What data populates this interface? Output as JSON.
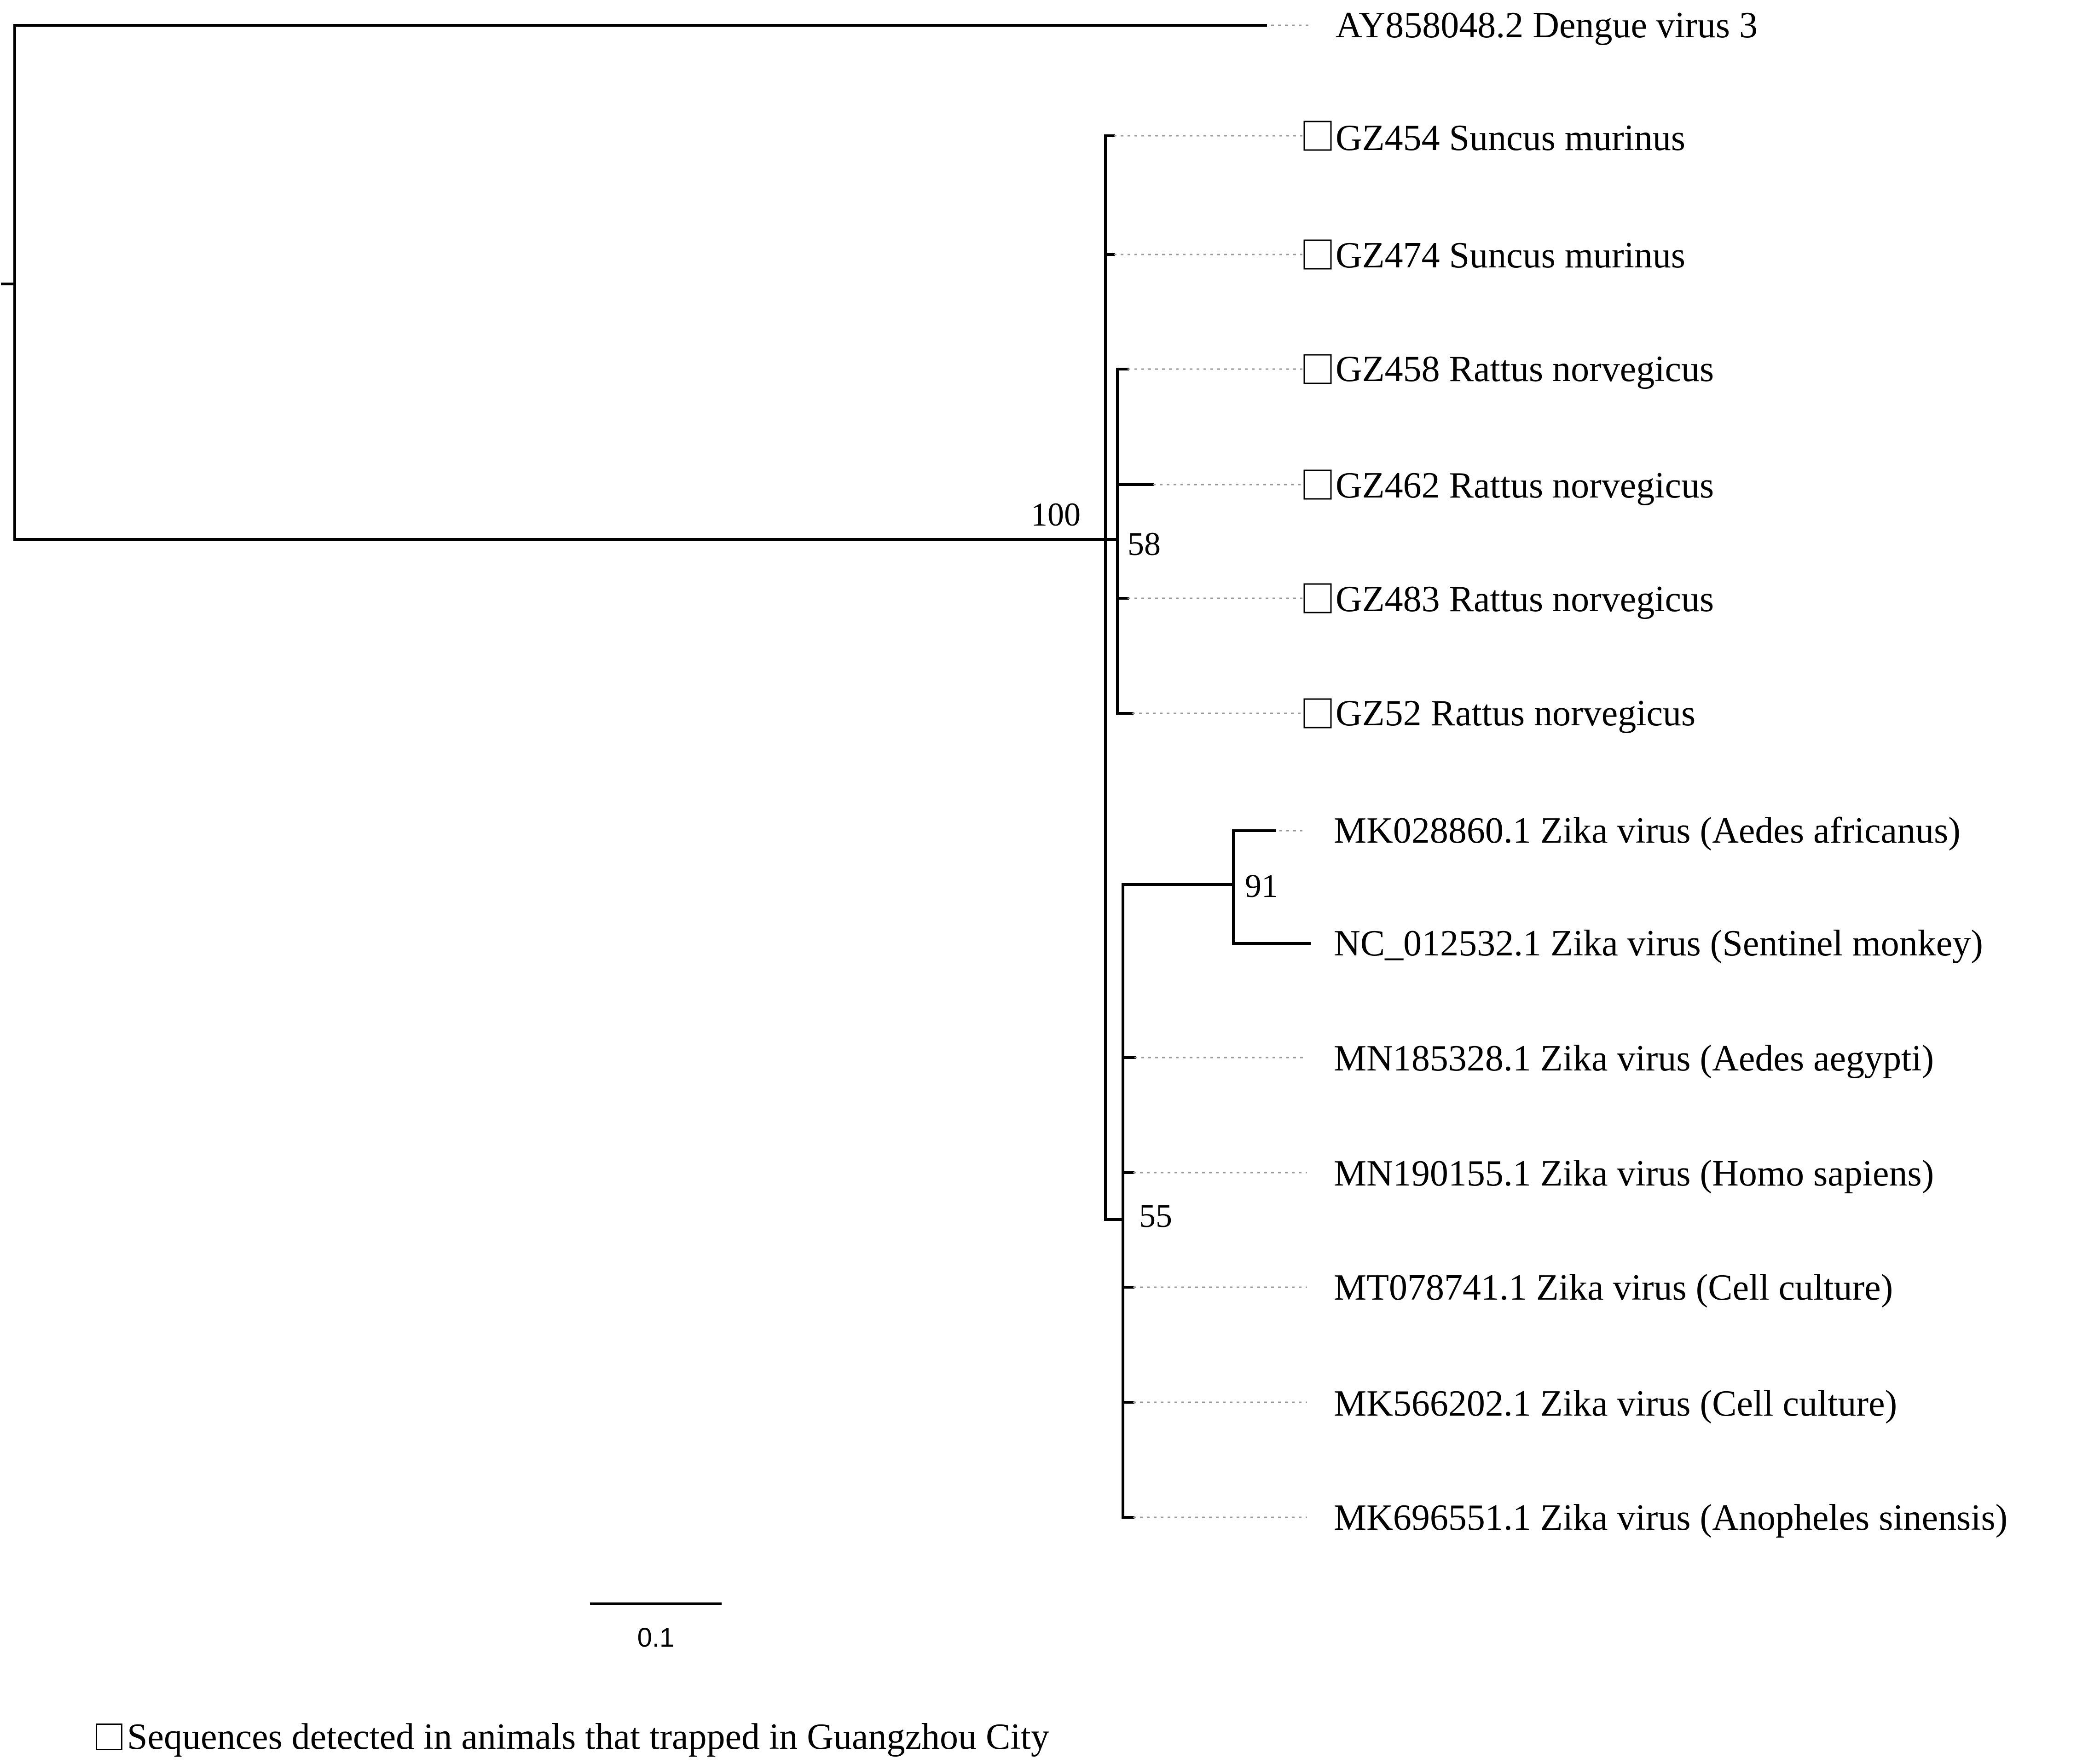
{
  "tree": {
    "leaves": [
      {
        "id": "AY858048",
        "label": "AY858048.2 Dengue virus 3",
        "marked": false
      },
      {
        "id": "GZ454",
        "label": "GZ454 Suncus murinus",
        "marked": true
      },
      {
        "id": "GZ474",
        "label": "GZ474 Suncus murinus",
        "marked": true
      },
      {
        "id": "GZ458",
        "label": "GZ458 Rattus norvegicus",
        "marked": true
      },
      {
        "id": "GZ462",
        "label": "GZ462 Rattus norvegicus",
        "marked": true
      },
      {
        "id": "GZ483",
        "label": "GZ483 Rattus norvegicus",
        "marked": true
      },
      {
        "id": "GZ52",
        "label": "GZ52 Rattus norvegicus",
        "marked": true
      },
      {
        "id": "MK028860",
        "label": "MK028860.1 Zika virus (Aedes africanus)",
        "marked": false
      },
      {
        "id": "NC_012532",
        "label": "NC_012532.1 Zika virus (Sentinel monkey)",
        "marked": false
      },
      {
        "id": "MN185328",
        "label": "MN185328.1 Zika virus (Aedes aegypti)",
        "marked": false
      },
      {
        "id": "MN190155",
        "label": "MN190155.1 Zika virus (Homo sapiens)",
        "marked": false
      },
      {
        "id": "MT078741",
        "label": "MT078741.1 Zika virus (Cell culture)",
        "marked": false
      },
      {
        "id": "MK566202",
        "label": "MK566202.1 Zika virus (Cell culture)",
        "marked": false
      },
      {
        "id": "MK696551",
        "label": "MK696551.1 Zika virus (Anopheles sinensis)",
        "marked": false
      }
    ],
    "support_values": [
      {
        "node": "zika-root",
        "value": "100"
      },
      {
        "node": "rattus-clade",
        "value": "58"
      },
      {
        "node": "zika-virus-clade",
        "value": "55"
      },
      {
        "node": "mk028860-nc012532",
        "value": "91"
      }
    ],
    "scale_bar": {
      "value": 0.1,
      "label": "0.1"
    }
  },
  "legend": {
    "text": "Sequences detected in animals that trapped in Guangzhou City"
  }
}
